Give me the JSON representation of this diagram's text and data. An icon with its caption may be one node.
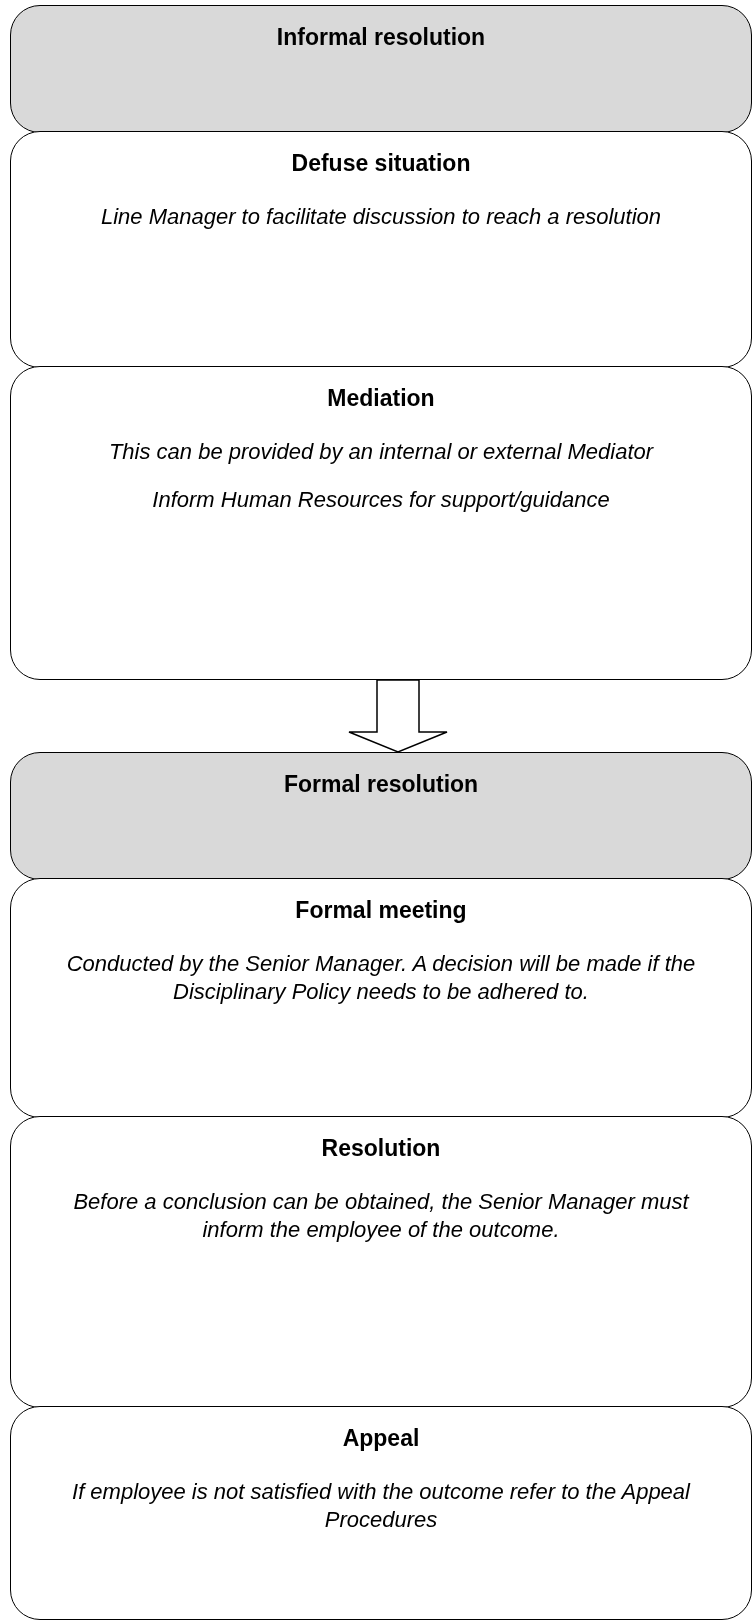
{
  "diagram": {
    "nodes": [
      {
        "text": [
          "Informal resolution"
        ]
      },
      {
        "text": [
          "Defuse situation",
          "Line Manager to facilitate discussion to reach a resolution"
        ]
      },
      {
        "text": [
          "Mediation",
          "This can be provided by an internal or external Mediator",
          "Inform Human Resources for support/guidance"
        ]
      },
      {
        "text": [
          "Formal resolution"
        ]
      },
      {
        "text": [
          "Formal meeting",
          "Conducted by the Senior Manager.  A decision will be made if the Disciplinary Policy needs to be adhered to."
        ]
      },
      {
        "text": [
          "Resolution",
          "Before a conclusion can be obtained, the Senior Manager must inform the employee of the outcome."
        ]
      },
      {
        "text": [
          "Appeal",
          "If employee is not satisfied with the outcome refer to the Appeal Procedures"
        ]
      }
    ],
    "edges": [
      {
        "from": 2,
        "to": 3,
        "arrow": "to"
      }
    ]
  }
}
